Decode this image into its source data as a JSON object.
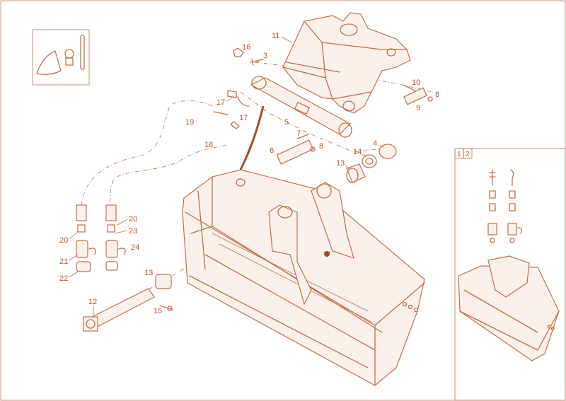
{
  "diagram": {
    "colors": {
      "line": "#c0704a",
      "label": "#b8562a",
      "background": "#ffffff"
    },
    "parts": [
      {
        "id": "p11",
        "text": "11"
      },
      {
        "id": "p16",
        "text": "16"
      },
      {
        "id": "p3",
        "text": "3"
      },
      {
        "id": "p10",
        "text": "10"
      },
      {
        "id": "p8a",
        "text": "8"
      },
      {
        "id": "p9",
        "text": "9"
      },
      {
        "id": "p17a",
        "text": "17"
      },
      {
        "id": "p17b",
        "text": "17"
      },
      {
        "id": "p19",
        "text": "19"
      },
      {
        "id": "p5",
        "text": "5"
      },
      {
        "id": "p7",
        "text": "7"
      },
      {
        "id": "p18",
        "text": "18"
      },
      {
        "id": "p6",
        "text": "6"
      },
      {
        "id": "p8b",
        "text": "8"
      },
      {
        "id": "p4",
        "text": "4"
      },
      {
        "id": "p14",
        "text": "14"
      },
      {
        "id": "p13a",
        "text": "13"
      },
      {
        "id": "p20a",
        "text": "20"
      },
      {
        "id": "p20b",
        "text": "20"
      },
      {
        "id": "p23",
        "text": "23"
      },
      {
        "id": "p24",
        "text": "24"
      },
      {
        "id": "p21",
        "text": "21"
      },
      {
        "id": "p22",
        "text": "22"
      },
      {
        "id": "p13b",
        "text": "13"
      },
      {
        "id": "p12",
        "text": "12"
      },
      {
        "id": "p15",
        "text": "15"
      }
    ],
    "inset": {
      "tabs": [
        "1",
        "2"
      ]
    }
  }
}
